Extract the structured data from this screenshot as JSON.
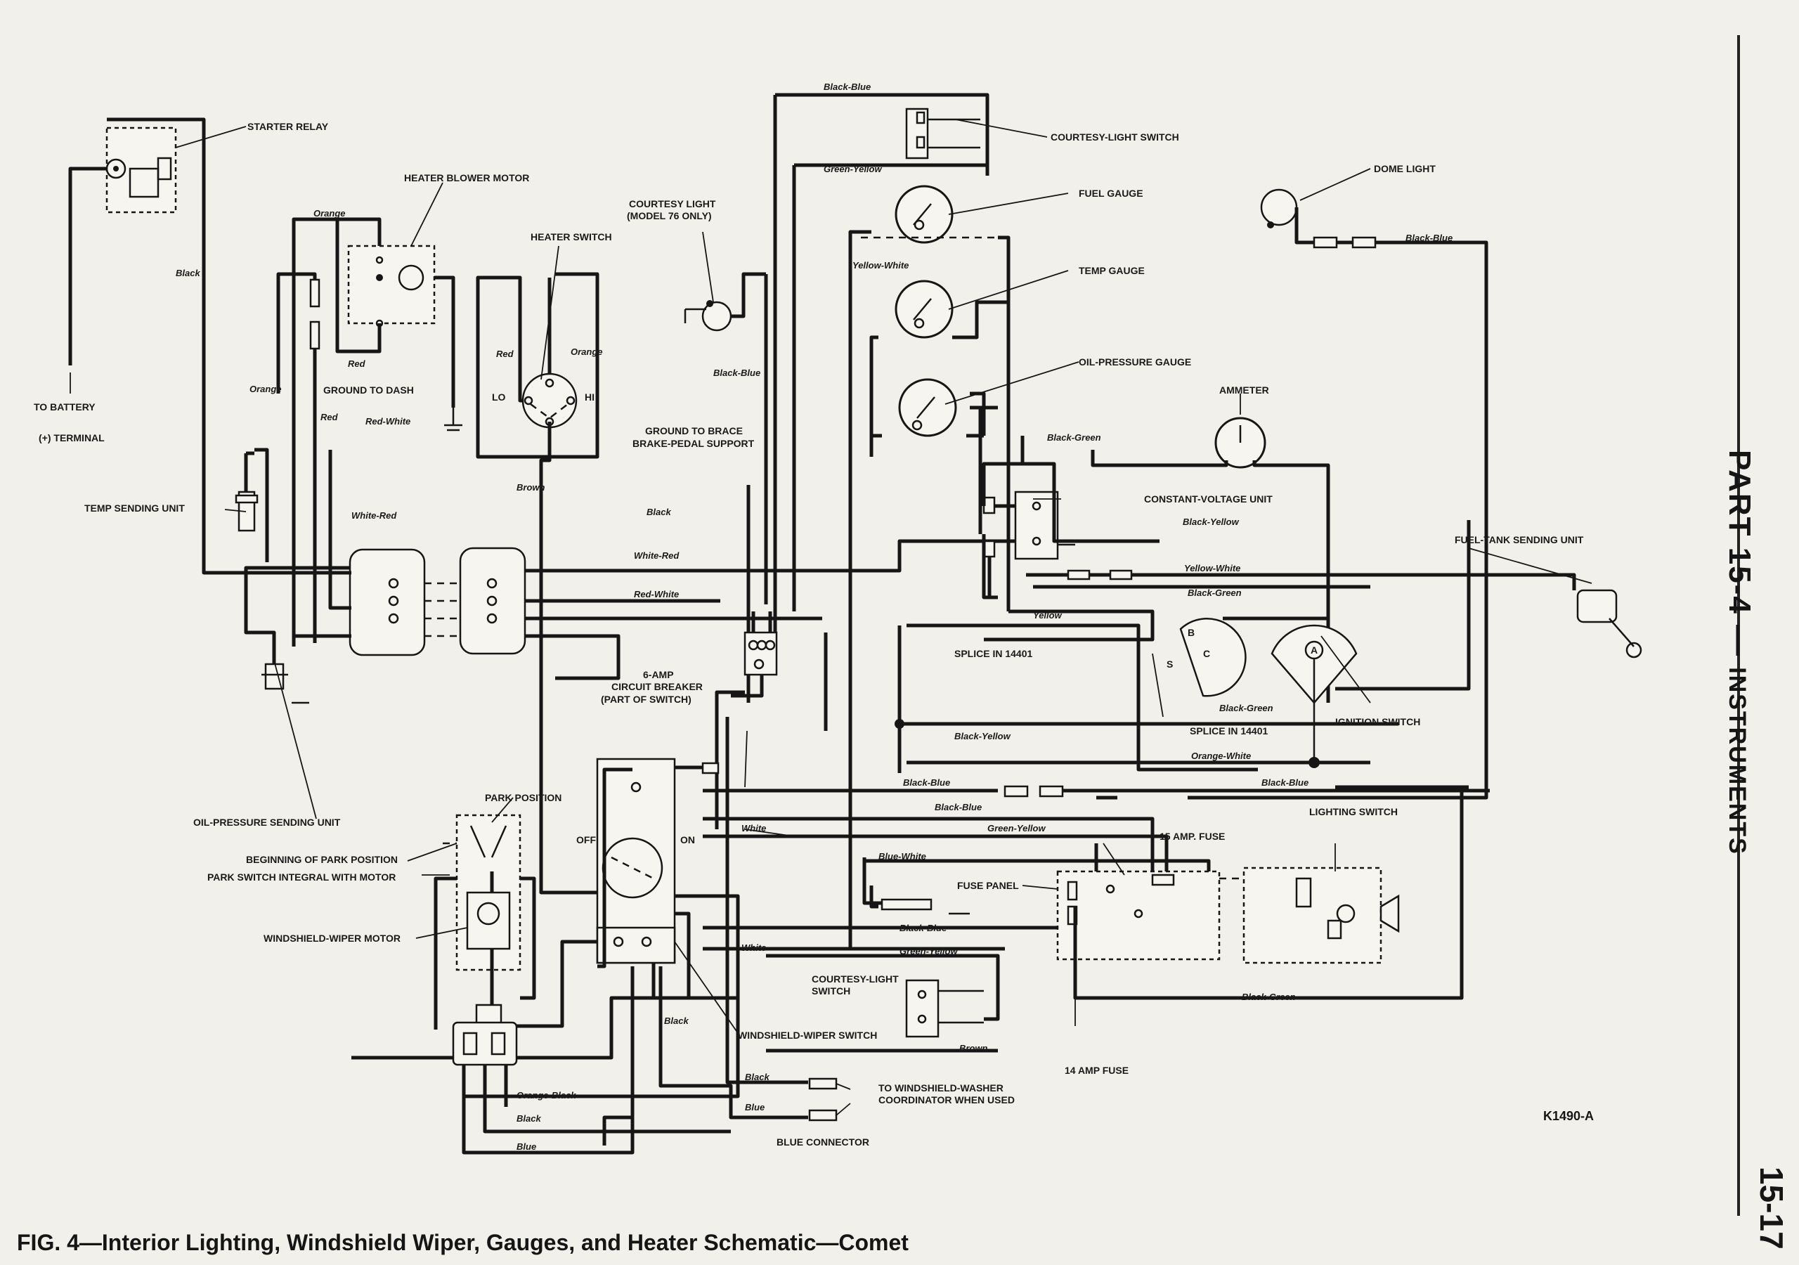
{
  "page": {
    "part_heading": "PART 15-4",
    "section_title": "INSTRUMENTS",
    "page_number": "15-17",
    "figure_caption": "FIG. 4—Interior Lighting, Windshield Wiper, Gauges, and Heater Schematic—Comet",
    "figure_code": "K1490-A"
  },
  "components": {
    "starter_relay": "STARTER RELAY",
    "to_battery": "TO BATTERY",
    "battery_terminal": "(+) TERMINAL",
    "heater_blower_motor": "HEATER BLOWER MOTOR",
    "heater_switch": "HEATER SWITCH",
    "ground_to_dash": "GROUND TO DASH",
    "courtesy_light": "COURTESY LIGHT",
    "courtesy_light_model": "(MODEL 76 ONLY)",
    "courtesy_light_switch_top": "COURTESY-LIGHT SWITCH",
    "fuel_gauge": "FUEL GAUGE",
    "temp_gauge": "TEMP GAUGE",
    "oil_pressure_gauge": "OIL-PRESSURE GAUGE",
    "dome_light": "DOME LIGHT",
    "ammeter": "AMMETER",
    "ground_to_brace": "GROUND TO BRACE",
    "brake_pedal_support": "BRAKE-PEDAL SUPPORT",
    "constant_voltage_unit": "CONSTANT-VOLTAGE UNIT",
    "fuel_tank_sending_unit": "FUEL-TANK SENDING UNIT",
    "temp_sending_unit": "TEMP SENDING UNIT",
    "oil_pressure_sending_unit": "OIL-PRESSURE SENDING UNIT",
    "circuit_breaker_1": "6-AMP",
    "circuit_breaker_2": "CIRCUIT BREAKER",
    "circuit_breaker_3": "(PART OF SWITCH)",
    "splice_top": "SPLICE IN 14401",
    "splice_bottom": "SPLICE IN 14401",
    "ignition_switch": "IGNITION SWITCH",
    "park_position": "PARK POSITION",
    "beginning_park": "BEGINNING OF PARK POSITION",
    "park_switch_integral": "PARK SWITCH INTEGRAL WITH MOTOR",
    "windshield_wiper_motor": "WINDSHIELD-WIPER MOTOR",
    "lo": "LO",
    "hi": "HI",
    "off": "OFF",
    "on": "ON",
    "fuse_panel": "FUSE PANEL",
    "fuse_15": "15 AMP. FUSE",
    "fuse_14": "14 AMP FUSE",
    "lighting_switch": "LIGHTING SWITCH",
    "courtesy_light_switch_bottom_1": "COURTESY-LIGHT",
    "courtesy_light_switch_bottom_2": "SWITCH",
    "windshield_wiper_switch": "WINDSHIELD-WIPER SWITCH",
    "washer_1": "TO WINDSHIELD-WASHER",
    "washer_2": "COORDINATOR WHEN USED",
    "blue_connector": "BLUE CONNECTOR",
    "ign_b": "B",
    "ign_s": "S",
    "ign_c": "C",
    "ign_a": "A"
  },
  "wires": {
    "black_blue_top": "Black-Blue",
    "green_yellow_top": "Green-Yellow",
    "yellow_white_gauge": "Yellow-White",
    "black_starter": "Black",
    "orange_top": "Orange",
    "red_blower": "Red",
    "orange_left": "Orange",
    "red_left": "Red",
    "red_white_left": "Red-White",
    "white_red_left": "White-Red",
    "red_heater": "Red",
    "orange_heater": "Orange",
    "brown_heater": "Brown",
    "black_blue_courtesy": "Black-Blue",
    "black_mid": "Black",
    "white_red_mid": "White-Red",
    "red_white_mid": "Red-White",
    "black_green_gauges": "Black-Green",
    "black_blue_dome": "Black-Blue",
    "black_yellow_right": "Black-Yellow",
    "yellow_white_right": "Yellow-White",
    "black_green_right": "Black-Green",
    "yellow_mid": "Yellow",
    "black_yellow_mid": "Black-Yellow",
    "black_green_ign": "Black-Green",
    "orange_white_ign": "Orange-White",
    "black_blue_ign": "Black-Blue",
    "black_blue_low1": "Black-Blue",
    "black_blue_low2": "Black-Blue",
    "green_yellow_low": "Green-Yellow",
    "blue_white_low": "Blue-White",
    "black_blue_ground": "Black-Blue",
    "green_yellow_low2": "Green-Yellow",
    "white_upper": "White",
    "white_lower": "White",
    "black_wiper": "Black",
    "brown_low": "Brown",
    "black_green_bottom": "Black-Green",
    "orange_black": "Orange-Black",
    "black_bottom": "Black",
    "blue_bottom": "Blue",
    "black_washer": "Black",
    "blue_washer": "Blue"
  }
}
